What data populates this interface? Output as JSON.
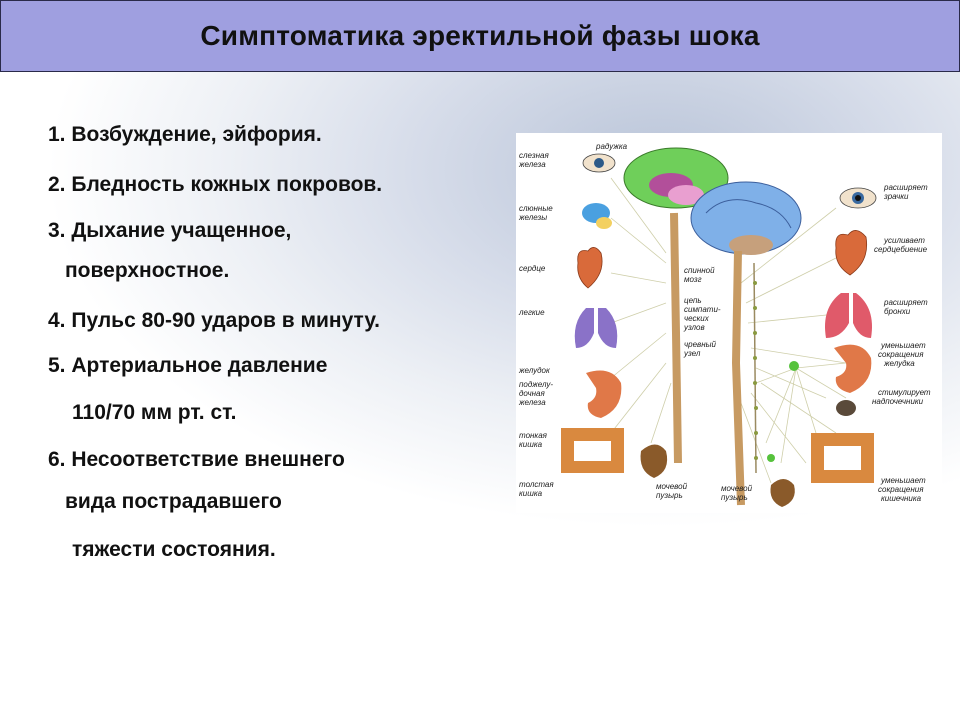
{
  "slide": {
    "title": "Симптоматика эректильной фазы шока",
    "items": [
      "1. Возбуждение, эйфория.",
      "2. Бледность кожных покровов.",
      "3. Дыхание учащенное,",
      "поверхностное.",
      "4. Пульс 80-90 ударов в минуту.",
      "5. Артериальное давление",
      "110/70 мм рт. ст.",
      "6. Несоответствие внешнего",
      "вида  пострадавшего",
      "тяжести состояния."
    ]
  },
  "figure": {
    "left_labels": [
      "слезная",
      "железа",
      "слюнные",
      "железы",
      "сердце",
      "легкие",
      "желудок",
      "поджелу-",
      "дочная",
      "железа",
      "тонкая",
      "кишка",
      "толстая",
      "кишка"
    ],
    "top_label": "радужка",
    "center_labels": [
      "спинной",
      "мозг",
      "цепь",
      "симпати-",
      "ческих",
      "узлов",
      "чревный",
      "узел",
      "мочевой",
      "пузырь",
      "мочевой",
      "пузырь"
    ],
    "right_labels": [
      "расширяет",
      "зрачки",
      "усиливает",
      "сердцебиение",
      "расширяет",
      "бронхи",
      "уменьшает",
      "сокращения",
      "желудка",
      "стимулирует",
      "надпочечники",
      "уменьшает",
      "сокращения",
      "кишечника"
    ]
  }
}
